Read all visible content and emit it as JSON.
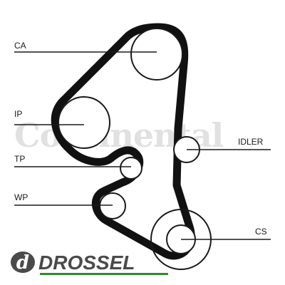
{
  "labels": {
    "ca": "CA",
    "ip": "IP",
    "tp": "TP",
    "idler": "IDLER",
    "wp": "WP",
    "cs": "CS"
  },
  "watermark": "Continental",
  "brand": {
    "logo_text": "DROSSEL",
    "accent": "#2e8b2e",
    "logo_color": "#4a4a4a"
  },
  "colors": {
    "belt": "#111111",
    "pulley_stroke": "#1a1a1a",
    "leader": "#1a1a1a"
  }
}
